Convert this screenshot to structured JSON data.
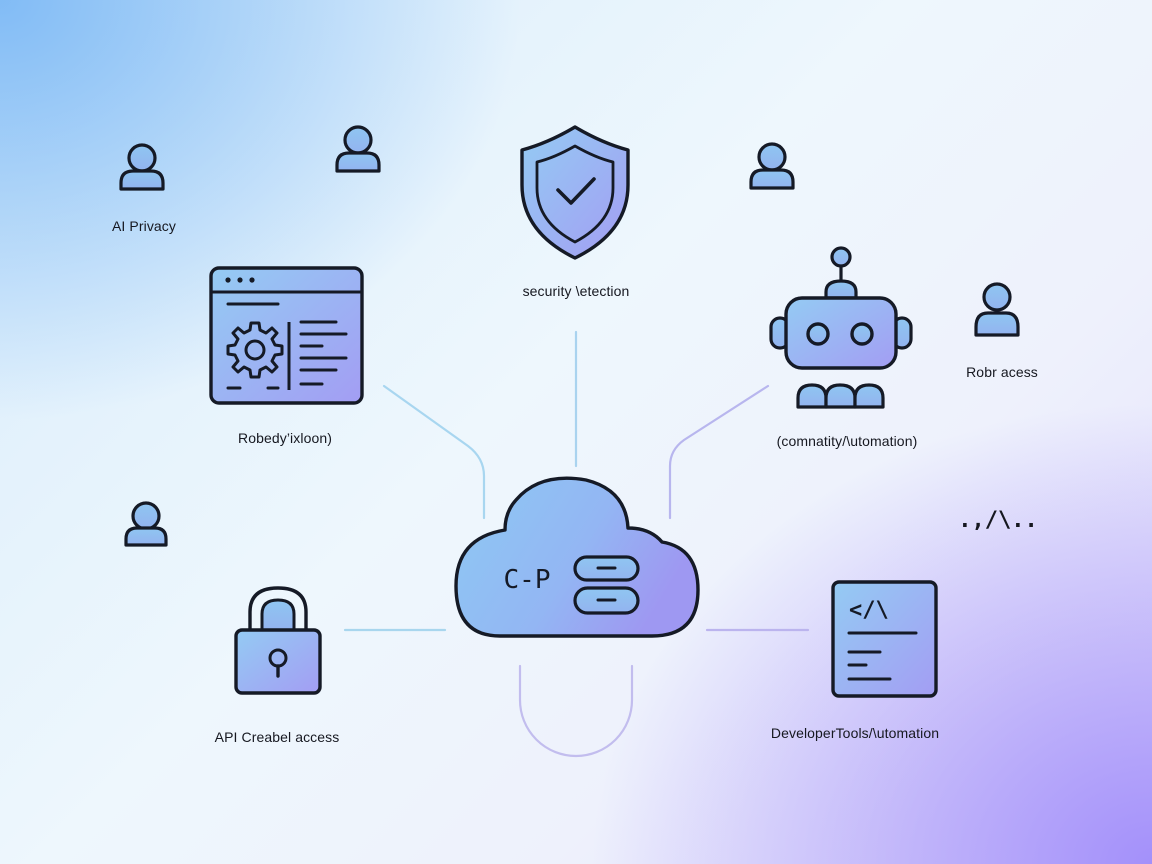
{
  "labels": {
    "ai_privacy": "AI Privacy",
    "security_detection": "security \\etection",
    "robr_access": "Robr acess",
    "robotic_box": "Robedy’ixloon)",
    "community_automation": "(comnatity/\\utomation)",
    "api_access": "API Creabel access",
    "developer_tools": "DeveloperTools/\\utomation",
    "stray_glyph": ".,/\\.."
  },
  "cloud_text": "C‐P",
  "code_text": "</\\",
  "colors": {
    "stroke": "#151a26",
    "icon_fill_start": "#92c8f2",
    "icon_fill_end": "#a09cf2",
    "connector_blue": "#a6d2f0",
    "connector_purple": "#b9b3ee"
  }
}
